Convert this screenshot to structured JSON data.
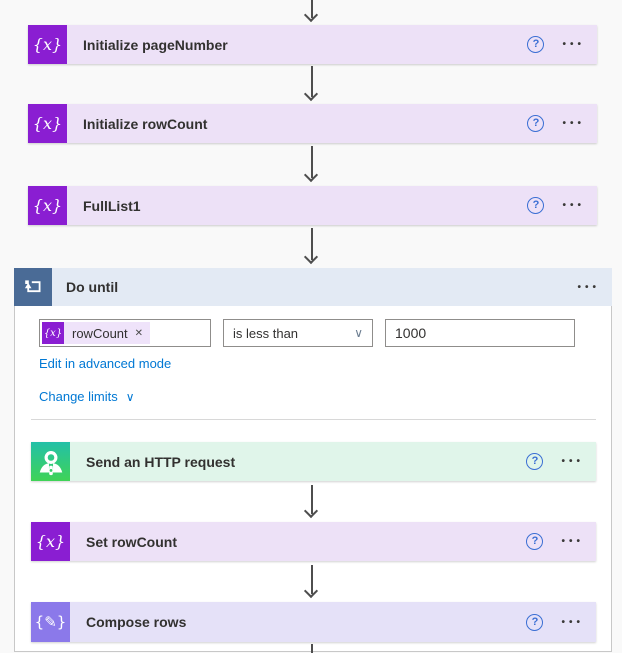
{
  "flow": {
    "actions": [
      {
        "title": "Initialize pageNumber"
      },
      {
        "title": "Initialize rowCount"
      },
      {
        "title": "FullList1"
      }
    ],
    "do_until": {
      "title": "Do until",
      "condition": {
        "token_label": "rowCount",
        "operator": "is less than",
        "value": "1000"
      },
      "links": {
        "edit_advanced": "Edit in advanced mode",
        "change_limits": "Change limits"
      },
      "actions": [
        {
          "title": "Send an HTTP request"
        },
        {
          "title": "Set rowCount"
        },
        {
          "title": "Compose rows"
        }
      ]
    }
  },
  "glyphs": {
    "variable": "{x}",
    "compose": "{✎}",
    "help": "?",
    "menu": "•••",
    "dropdown_chevron": "∨",
    "change_limits_chevron": "∨",
    "remove_token": "✕"
  },
  "colors": {
    "variable_accent": "#8A1ED2",
    "compose_accent": "#8B79EA",
    "do_until_accent": "#4A6B96",
    "http_gradient_top": "#23C0A8",
    "http_gradient_bottom": "#3FD356",
    "variable_card_bg": "#EDE1F7",
    "compose_card_bg": "#E5E1F8",
    "http_card_bg": "#E0F5EA",
    "do_until_header_bg": "#E3EAF4",
    "link_blue": "#0078D4"
  }
}
